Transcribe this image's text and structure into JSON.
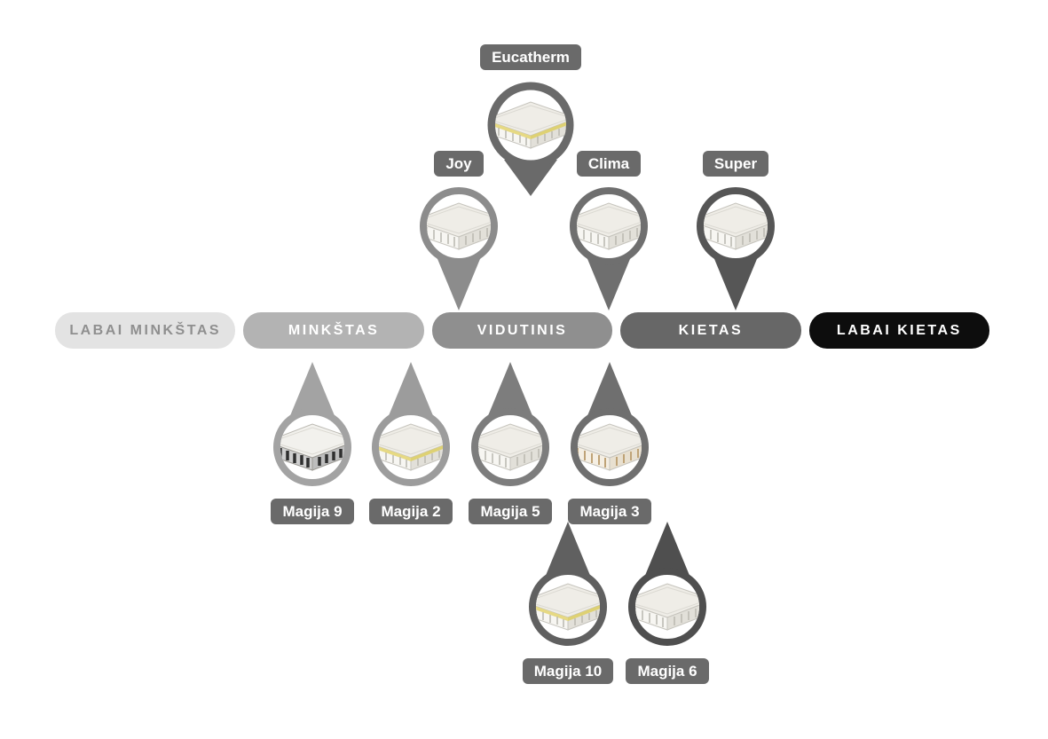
{
  "scale": {
    "segments": [
      {
        "label": "LABAI MINKŠTAS",
        "bg": "#e3e3e3",
        "text_color": "#8f8f8f"
      },
      {
        "label": "MINKŠTAS",
        "bg": "#b3b3b3",
        "text_color": "#ffffff"
      },
      {
        "label": "VIDUTINIS",
        "bg": "#8f8f8f",
        "text_color": "#ffffff"
      },
      {
        "label": "KIETAS",
        "bg": "#676767",
        "text_color": "#ffffff"
      },
      {
        "label": "LABAI KIETAS",
        "bg": "#0d0d0d",
        "text_color": "#ffffff"
      }
    ]
  },
  "badge": {
    "bg": "#6a6a6a",
    "text_color": "#ffffff"
  },
  "pins_above": [
    {
      "label": "Eucatherm",
      "color": "#6a6a6a",
      "image": "m-yellow"
    },
    {
      "label": "Joy",
      "color": "#8c8c8c",
      "image": "m-light"
    },
    {
      "label": "Clima",
      "color": "#6f6f6f",
      "image": "m-light"
    },
    {
      "label": "Super",
      "color": "#565656",
      "image": "m-light"
    }
  ],
  "pins_below": [
    {
      "label": "Magija 9",
      "color": "#a3a3a3",
      "image": "m-dark"
    },
    {
      "label": "Magija 2",
      "color": "#9c9c9c",
      "image": "m-yellow"
    },
    {
      "label": "Magija 5",
      "color": "#7d7d7d",
      "image": "m-light"
    },
    {
      "label": "Magija 3",
      "color": "#6f6f6f",
      "image": "m-tan"
    },
    {
      "label": "Magija 10",
      "color": "#606060",
      "image": "m-yellow"
    },
    {
      "label": "Magija 6",
      "color": "#4f4f4f",
      "image": "m-light"
    }
  ]
}
